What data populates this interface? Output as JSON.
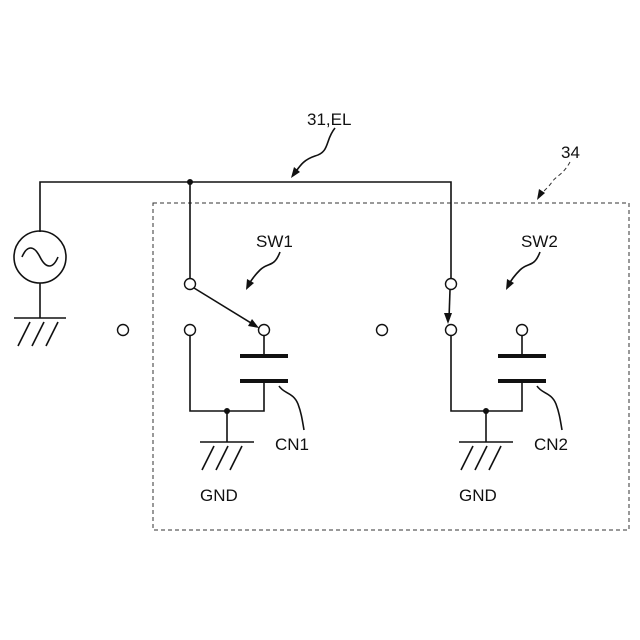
{
  "diagram": {
    "labels": {
      "line": "31,EL",
      "box": "34",
      "switch1": "SW1",
      "switch2": "SW2",
      "capacitor1": "CN1",
      "capacitor2": "CN2",
      "ground1": "GND",
      "ground2": "GND"
    },
    "icons": {
      "source": "ac-source-icon",
      "ground": "ground-icon"
    }
  }
}
